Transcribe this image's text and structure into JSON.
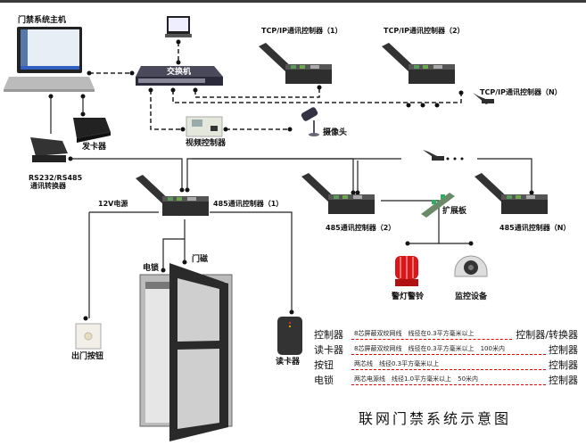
{
  "diagram": {
    "title": "联网门禁系统示意图",
    "nodes": {
      "host": "门禁系统主机",
      "switch": "交换机",
      "card_issuer": "发卡器",
      "converter_line1": "RS232/RS485",
      "converter_line2": "通讯转换器",
      "video_controller": "视频控制器",
      "camera": "摄像头",
      "tcp_controller_1": "TCP/IP通讯控制器（1）",
      "tcp_controller_2": "TCP/IP通讯控制器（2）",
      "tcp_controller_n": "TCP/IP通讯控制器（N）",
      "power": "12V电源",
      "rs485_controller_1": "485通讯控制器（1）",
      "rs485_controller_2": "485通讯控制器（2）",
      "rs485_controller_n": "485通讯控制器（N）",
      "expansion_board": "扩展板",
      "alarm": "警灯警铃",
      "monitor": "监控设备",
      "electric_lock": "电锁",
      "door_magnet": "门磁",
      "exit_button": "出门按钮",
      "card_reader": "读卡器",
      "ellipsis": "• • •"
    },
    "wiring_legend": [
      {
        "device": "控制器",
        "spec": "8芯屏蔽双绞网线　线径在0.3平方毫米以上",
        "target": "控制器/转换器"
      },
      {
        "device": "读卡器",
        "spec": "8芯屏蔽双绞网线　线径在0.3平方毫米以上　100米内",
        "target": "控制器"
      },
      {
        "device": "按钮",
        "spec": "两芯线　线径0.3平方毫米以上",
        "target": "控制器"
      },
      {
        "device": "电锁",
        "spec": "两芯电源线　线径1.0平方毫米以上　50米内",
        "target": "控制器"
      }
    ],
    "colors": {
      "line": "#222222",
      "legend_dash": "#e00000",
      "alarm_red": "#d81818"
    }
  }
}
